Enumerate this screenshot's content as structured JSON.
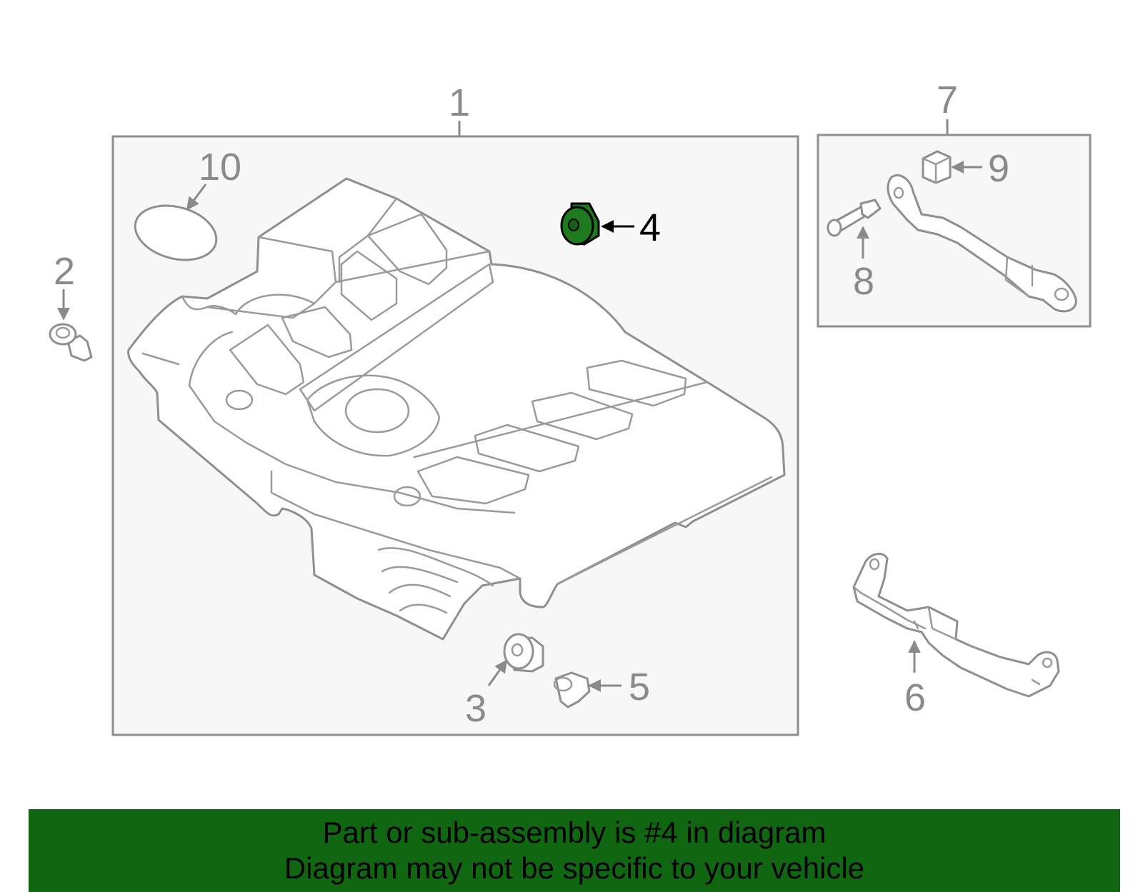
{
  "callouts": {
    "c1": "1",
    "c2": "2",
    "c3": "3",
    "c4": "4",
    "c5": "5",
    "c6": "6",
    "c7": "7",
    "c8": "8",
    "c9": "9",
    "c10": "10"
  },
  "highlight": {
    "part_number": "4",
    "color": "#1f7a1f"
  },
  "colors": {
    "banner": "#116611",
    "panel_fill": "#f7f7f7",
    "line": "#8f8f8f"
  },
  "banner": {
    "line1": "Part or sub-assembly is #4 in diagram",
    "line2": "Diagram may not be specific to your vehicle"
  }
}
